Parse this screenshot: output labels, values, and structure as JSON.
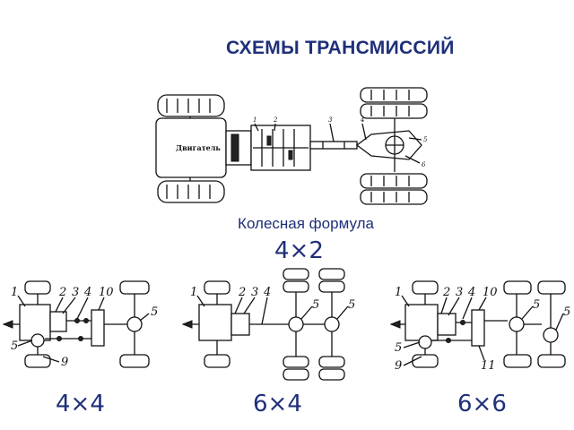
{
  "title": "СХЕМЫ ТРАНСМИССИЙ",
  "subtitle": "Колесная формула",
  "engine_label": "Двигатель",
  "formulas": {
    "main": "4×2",
    "left": "4×4",
    "middle": "6×4",
    "right": "6×6"
  },
  "main_diagram_labels": [
    "1",
    "2",
    "3",
    "4",
    "5",
    "6"
  ],
  "left_diagram_labels": [
    "1",
    "2",
    "3",
    "4",
    "10",
    "5",
    "5",
    "9"
  ],
  "middle_diagram_labels": [
    "1",
    "2",
    "3",
    "4",
    "5",
    "5"
  ],
  "right_diagram_labels": [
    "1",
    "2",
    "3",
    "4",
    "10",
    "5",
    "5",
    "5",
    "9",
    "11"
  ]
}
